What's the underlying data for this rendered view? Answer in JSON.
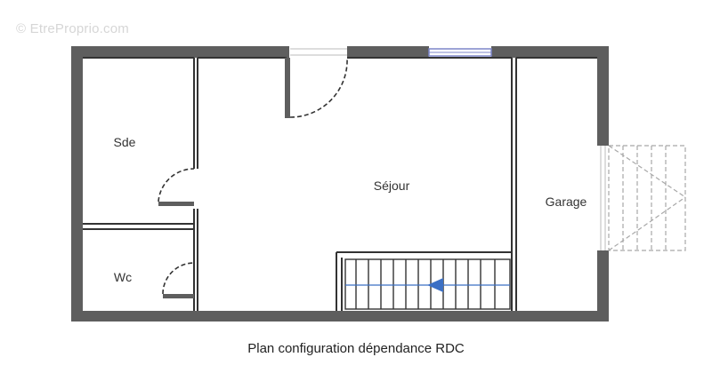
{
  "watermark": "© EtreProprio.com",
  "caption": "Plan configuration dépendance RDC",
  "rooms": {
    "sde": "Sde",
    "wc": "Wc",
    "sejour": "Séjour",
    "garage": "Garage"
  },
  "colors": {
    "wall": "#5e5e5e",
    "wall_dark": "#333333",
    "window": "#7d86c9",
    "arrow": "#3b6fc4",
    "dashed": "#a8a8a8"
  },
  "icons": {
    "stair_arrow": "arrow-left-icon"
  }
}
